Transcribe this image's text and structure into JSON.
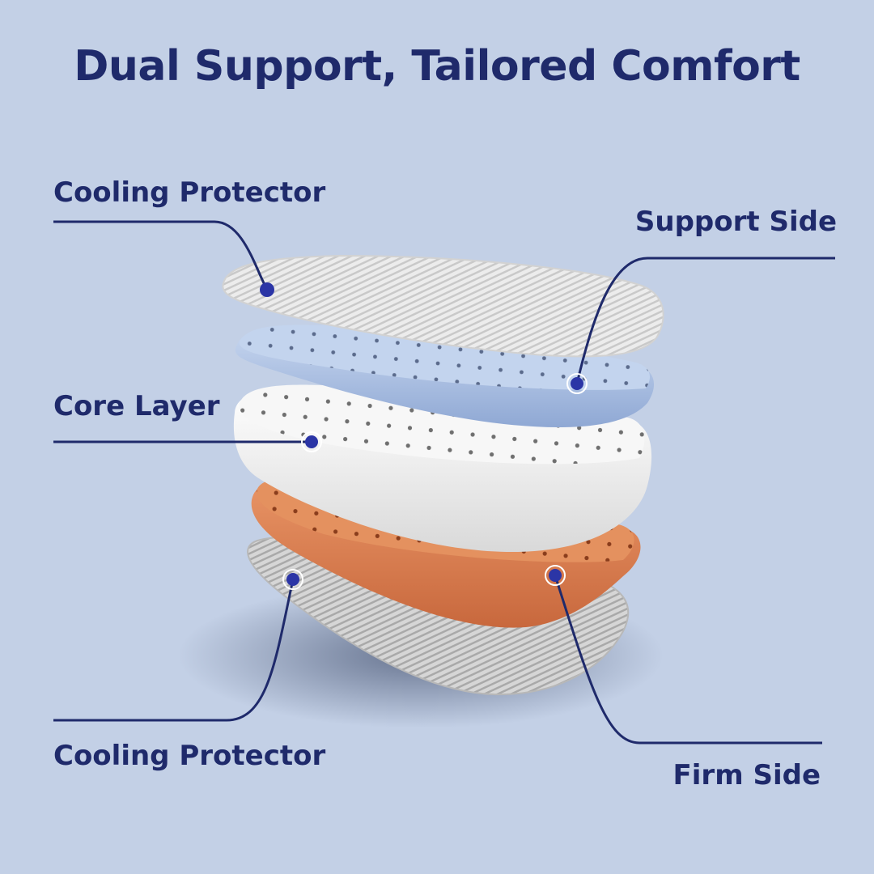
{
  "title": "Dual Support, Tailored Comfort",
  "callouts": {
    "top_cooling_protector": "Cooling Protector",
    "support_side": "Support Side",
    "core_layer": "Core Layer",
    "bottom_cooling_protector": "Cooling Protector",
    "firm_side": "Firm Side"
  },
  "colors": {
    "background": "#c3d0e6",
    "text": "#1f2a6b",
    "marker": "#2b35a6",
    "support_layer": "#b9cbe9",
    "firm_layer": "#e08a5c",
    "core_layer": "#ffffff",
    "cooling_cover": "#ededed"
  }
}
